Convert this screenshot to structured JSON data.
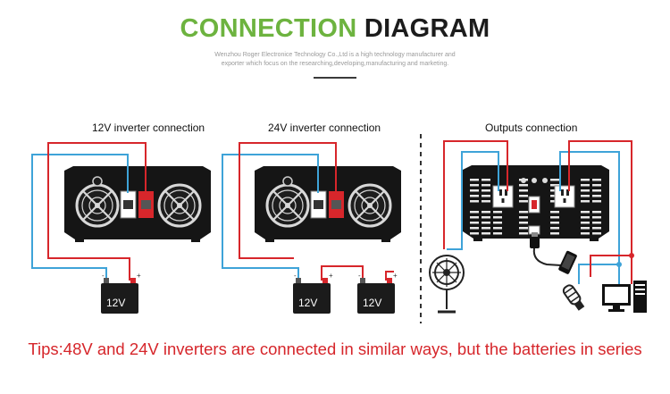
{
  "header": {
    "title_green": "CONNECTION",
    "title_dark": "DIAGRAM",
    "subtitle_line1": "Wenzhou Roger Electronice Technology Co.,Ltd is a high technology manufacturer and",
    "subtitle_line2": "exporter which focus on the researching,developing,manufacturing and marketing."
  },
  "panels": {
    "p12v_title": "12V inverter connection",
    "p24v_title": "24V inverter connection",
    "outputs_title": "Outputs connection"
  },
  "batteries": {
    "b1": "12V",
    "b2": "12V",
    "b3": "12V"
  },
  "tips": "Tips:48V and 24V inverters are connected in similar ways, but the batteries in series",
  "colors": {
    "positive_wire": "#d7262b",
    "negative_wire": "#3ea3d8",
    "accent_green": "#6db33f",
    "divider": "#333333"
  }
}
